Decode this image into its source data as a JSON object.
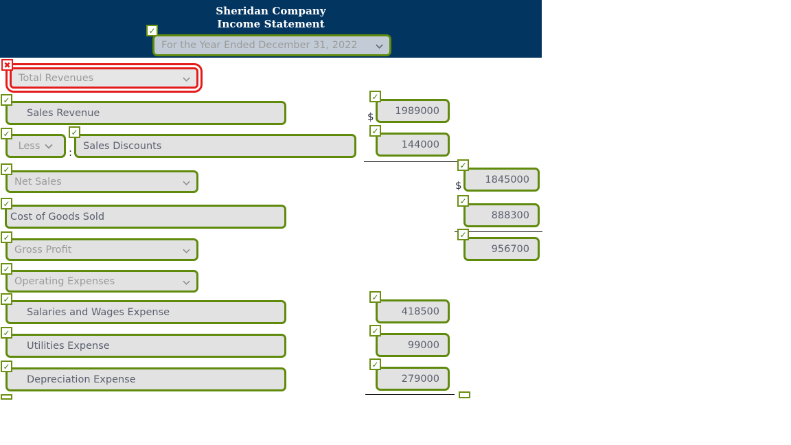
{
  "header": {
    "company": "Sheridan Company",
    "statement": "Income Statement",
    "period_select": "For the Year Ended December 31, 2022",
    "background_color": "#033561"
  },
  "icons": {
    "check": "✓",
    "cross": "✖",
    "dollar": "$",
    "colon": ":"
  },
  "validation": {
    "valid_color": "#6b8f12",
    "invalid_color": "#e41b1b",
    "field_border_color": "#5f8a0b",
    "field_fill_color": "#e2e2e2"
  },
  "rows": [
    {
      "id": "total-revenues",
      "label": "Total Revenues",
      "kind": "select",
      "status": "invalid",
      "amount": null,
      "column": null
    },
    {
      "id": "sales-revenue",
      "label": "Sales Revenue",
      "kind": "text",
      "status": "valid",
      "amount": "1989000",
      "amount_status": "valid",
      "column": "left",
      "currency": "$"
    },
    {
      "id": "sales-discounts",
      "label": "Sales Discounts",
      "kind": "text",
      "prefix_select": "Less",
      "prefix_separator": ":",
      "status": "valid",
      "prefix_status": "valid",
      "amount": "144000",
      "amount_status": "valid",
      "column": "left",
      "currency": ""
    },
    {
      "id": "net-sales",
      "label": "Net Sales",
      "kind": "select",
      "status": "valid",
      "amount": "1845000",
      "amount_status": "valid",
      "column": "right",
      "currency": "$"
    },
    {
      "id": "cost-of-goods-sold",
      "label": "Cost of Goods Sold",
      "kind": "text",
      "status": "valid",
      "amount": "888300",
      "amount_status": "valid",
      "column": "right",
      "currency": ""
    },
    {
      "id": "gross-profit",
      "label": "Gross Profit",
      "kind": "select",
      "status": "valid",
      "amount": "956700",
      "amount_status": "valid",
      "column": "right",
      "currency": ""
    },
    {
      "id": "operating-expenses",
      "label": "Operating Expenses",
      "kind": "select",
      "status": "valid",
      "amount": null,
      "column": null
    },
    {
      "id": "salaries-and-wages-expense",
      "label": "Salaries and Wages Expense",
      "kind": "text",
      "status": "valid",
      "amount": "418500",
      "amount_status": "valid",
      "column": "left",
      "currency": ""
    },
    {
      "id": "utilities-expense",
      "label": "Utilities Expense",
      "kind": "text",
      "status": "valid",
      "amount": "99000",
      "amount_status": "valid",
      "column": "left",
      "currency": ""
    },
    {
      "id": "depreciation-expense",
      "label": "Depreciation Expense",
      "kind": "text",
      "status": "valid",
      "amount": "279000",
      "amount_status": "valid",
      "column": "left",
      "currency": ""
    }
  ],
  "subtotal_rules": [
    {
      "id": "rule-under-sales-discounts"
    },
    {
      "id": "rule-under-cost-of-goods-sold"
    },
    {
      "id": "rule-under-depreciation-expense"
    }
  ]
}
